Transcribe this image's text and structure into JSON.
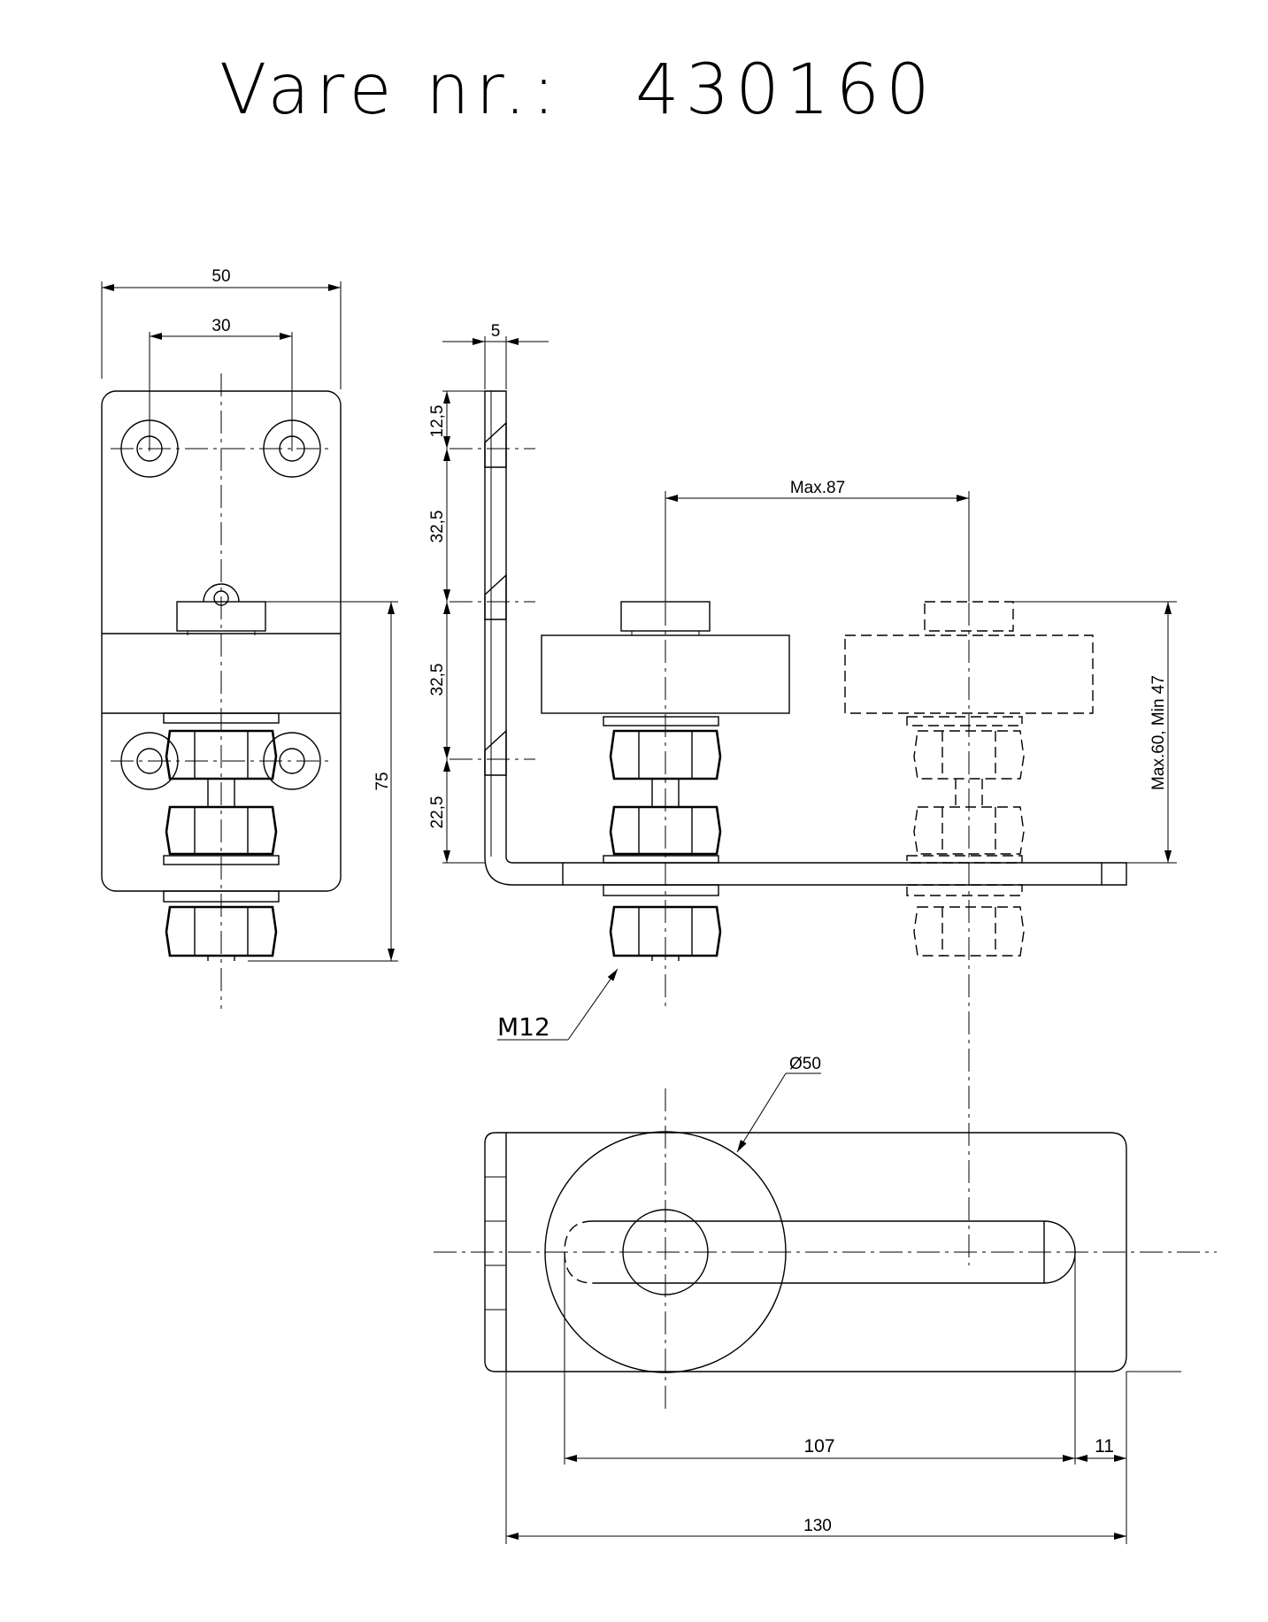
{
  "title": {
    "label": "Vare nr.:",
    "number": "430160"
  },
  "dimensions": {
    "width_50": "50",
    "hole_spacing_30": "30",
    "height_75": "75",
    "thickness_5": "5",
    "offset_12_5": "12,5",
    "pitch_32_5_a": "32,5",
    "pitch_32_5_b": "32,5",
    "offset_22_5": "22,5",
    "max_87": "Max.87",
    "max_min_height": "Max.60, Min 47",
    "bolt_thread": "M12",
    "wheel_diameter": "Ø50",
    "slot_length_107": "107",
    "end_11": "11",
    "length_130": "130"
  }
}
